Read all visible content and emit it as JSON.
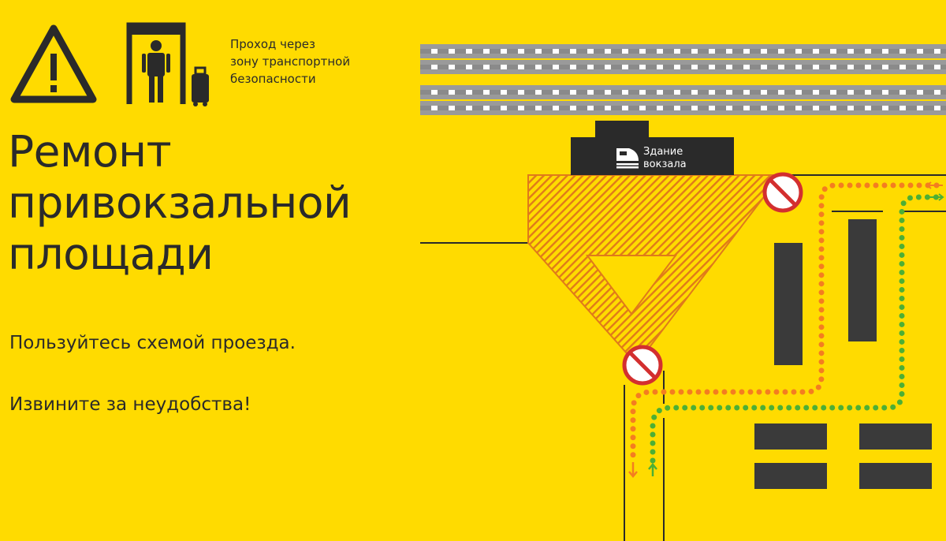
{
  "header": {
    "notice_lines": [
      "Проход через",
      "зону транспортной",
      "безопасности"
    ],
    "icons": [
      "warning-triangle-icon",
      "security-gate-person-icon",
      "luggage-icon"
    ]
  },
  "title_lines": [
    "Ремонт",
    "привокзальной",
    "площади"
  ],
  "instructions": {
    "use_scheme": "Пользуйтесь схемой проезда.",
    "apology": "Извините за неудобства!"
  },
  "map": {
    "station_label_lines": [
      "Здание",
      "вокзала"
    ],
    "icons": [
      "train-icon",
      "no-entry-sign-icon",
      "exit-arrow-icon",
      "entry-arrow-icon"
    ]
  },
  "colors": {
    "background": "#FFDB00",
    "dark": "#2a2a2a",
    "exit_route": "#F47D20",
    "entry_route": "#4CAF35",
    "no_entry_red": "#D32F2F"
  }
}
